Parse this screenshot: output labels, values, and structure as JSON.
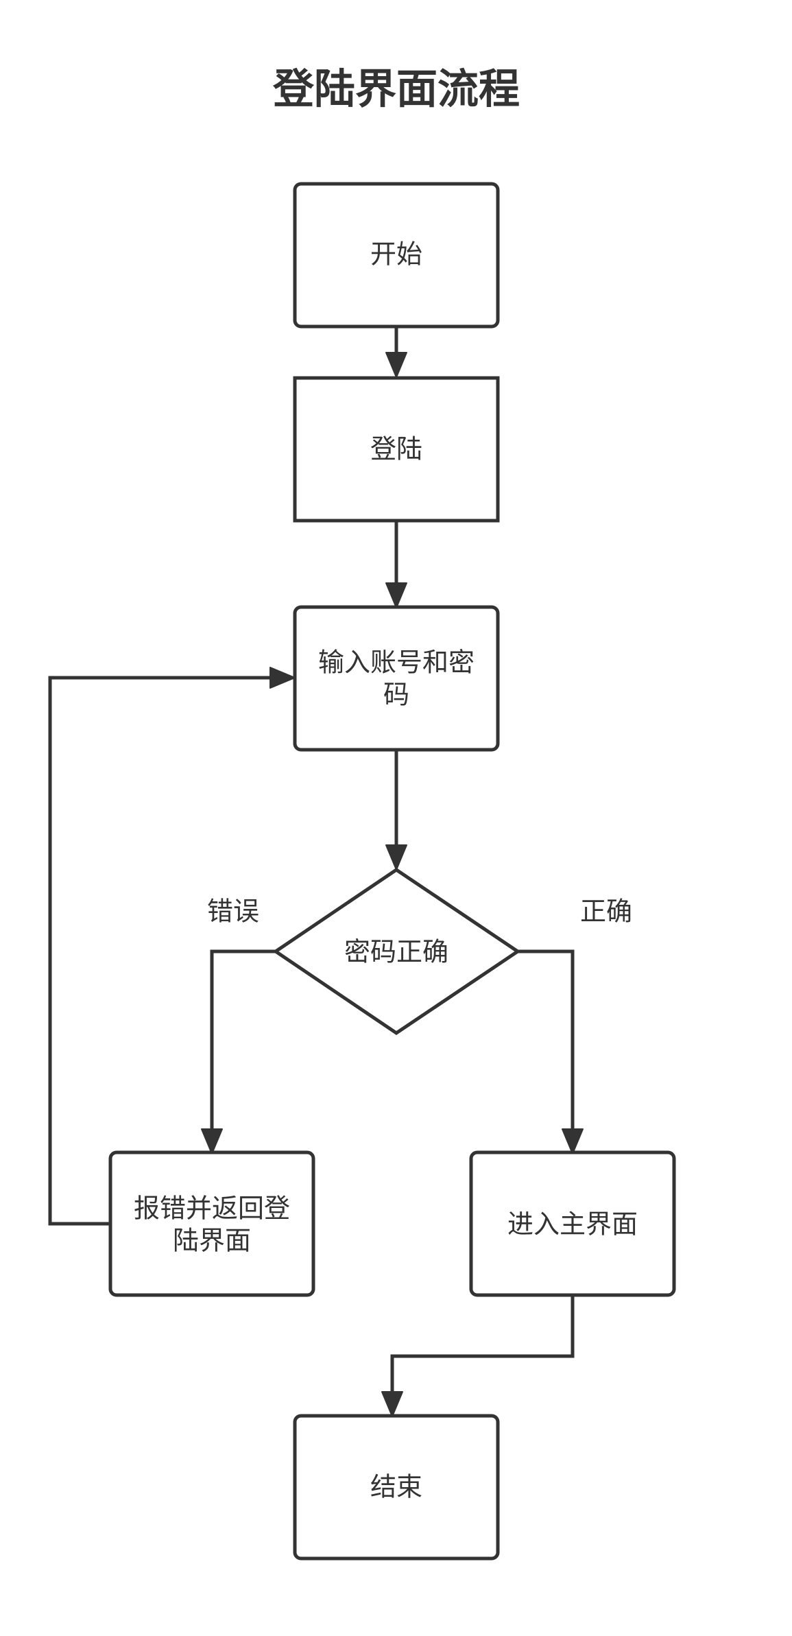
{
  "title": "登陆界面流程",
  "nodes": {
    "start": "开始",
    "login": "登陆",
    "input": {
      "line1": "输入账号和密",
      "line2": "码"
    },
    "decision": "密码正确",
    "error": {
      "line1": "报错并返回登",
      "line2": "陆界面"
    },
    "main": "进入主界面",
    "end": "结束"
  },
  "edge_labels": {
    "wrong": "错误",
    "correct": "正确"
  }
}
